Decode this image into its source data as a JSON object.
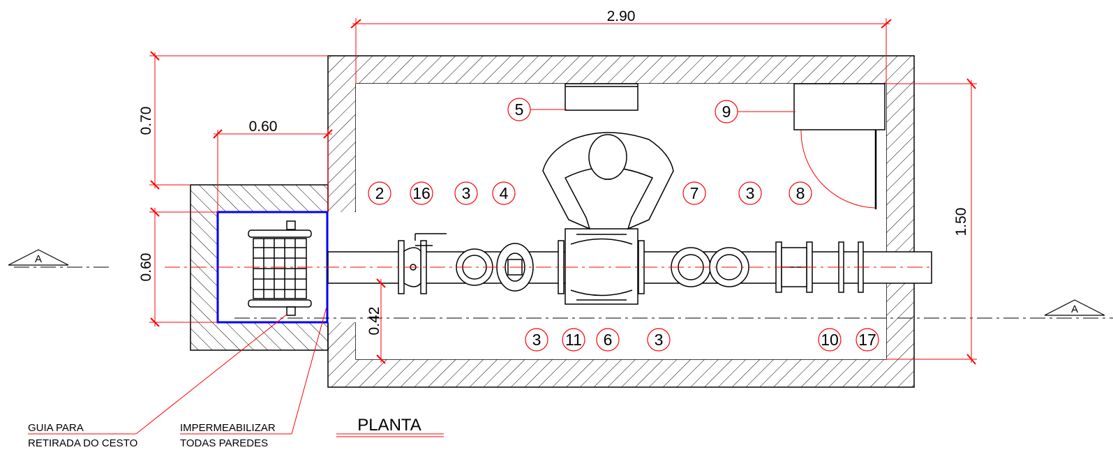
{
  "title": "PLANTA",
  "section_marker": "A",
  "dimensions": {
    "width_total": "2.90",
    "height_total": "1.50",
    "upper_offset": "0.70",
    "basket_width": "0.60",
    "basket_height": "0.60",
    "pipe_axis_offset": "0.42"
  },
  "balloons": [
    "2",
    "16",
    "3",
    "4",
    "7",
    "3",
    "8",
    "5",
    "9",
    "3",
    "11",
    "6",
    "3",
    "10",
    "17"
  ],
  "notes": {
    "guide_line1": "GUIA PARA",
    "guide_line2": "RETIRADA DO CESTO",
    "waterproof_line1": "IMPERMEABILIZAR",
    "waterproof_line2": "TODAS PAREDES"
  },
  "colors": {
    "line": "#000000",
    "dimension": "#ff0000",
    "basket_outline": "#0000ff",
    "background": "#ffffff"
  }
}
